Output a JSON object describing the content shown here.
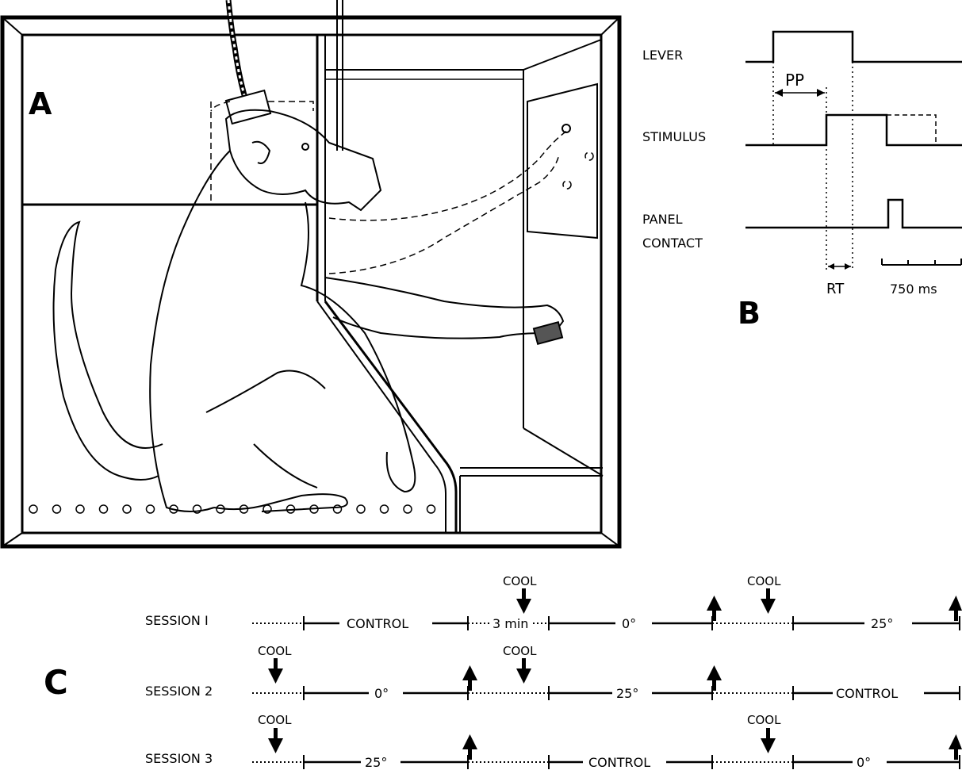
{
  "panel_labels": {
    "a": "A",
    "b": "B",
    "c": "C"
  },
  "timing": {
    "lever": "LEVER",
    "stimulus": "STIMULUS",
    "panel_contact_line1": "PANEL",
    "panel_contact_line2": "CONTACT",
    "pp": "PP",
    "rt": "RT",
    "scale": "750 ms"
  },
  "sessions": [
    {
      "label": "SESSION I",
      "cool_labels": [
        "COOL",
        "COOL"
      ],
      "segments": [
        "CONTROL",
        "3 min",
        "0°",
        "25°"
      ]
    },
    {
      "label": "SESSION 2",
      "cool_labels": [
        "COOL",
        "COOL"
      ],
      "segments": [
        "0°",
        "25°",
        "CONTROL"
      ]
    },
    {
      "label": "SESSION 3",
      "cool_labels": [
        "COOL",
        "COOL"
      ],
      "segments": [
        "25°",
        "CONTROL",
        "0°"
      ]
    }
  ]
}
